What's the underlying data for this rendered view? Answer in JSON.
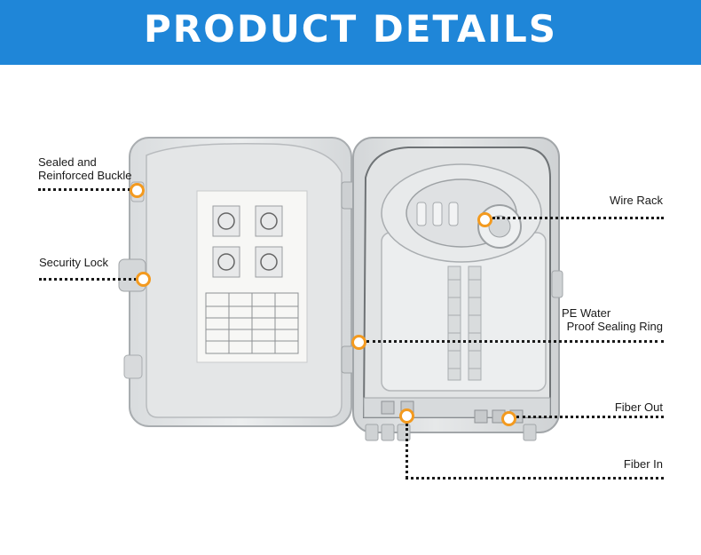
{
  "header": {
    "title": "PRODUCT DETAILS"
  },
  "callouts": {
    "sealed_buckle": {
      "line1": "Sealed and",
      "line2": "Reinforced Buckle"
    },
    "security_lock": "Security Lock",
    "wire_rack": "Wire Rack",
    "sealing_ring": {
      "line1": "PE Water",
      "line2": "Proof Sealing Ring"
    },
    "fiber_out": "Fiber Out",
    "fiber_in": "Fiber In"
  },
  "colors": {
    "banner": "#1f86d8",
    "marker": "#f39a1f",
    "line": "#1a1a1a",
    "box": "#e9ebec"
  }
}
